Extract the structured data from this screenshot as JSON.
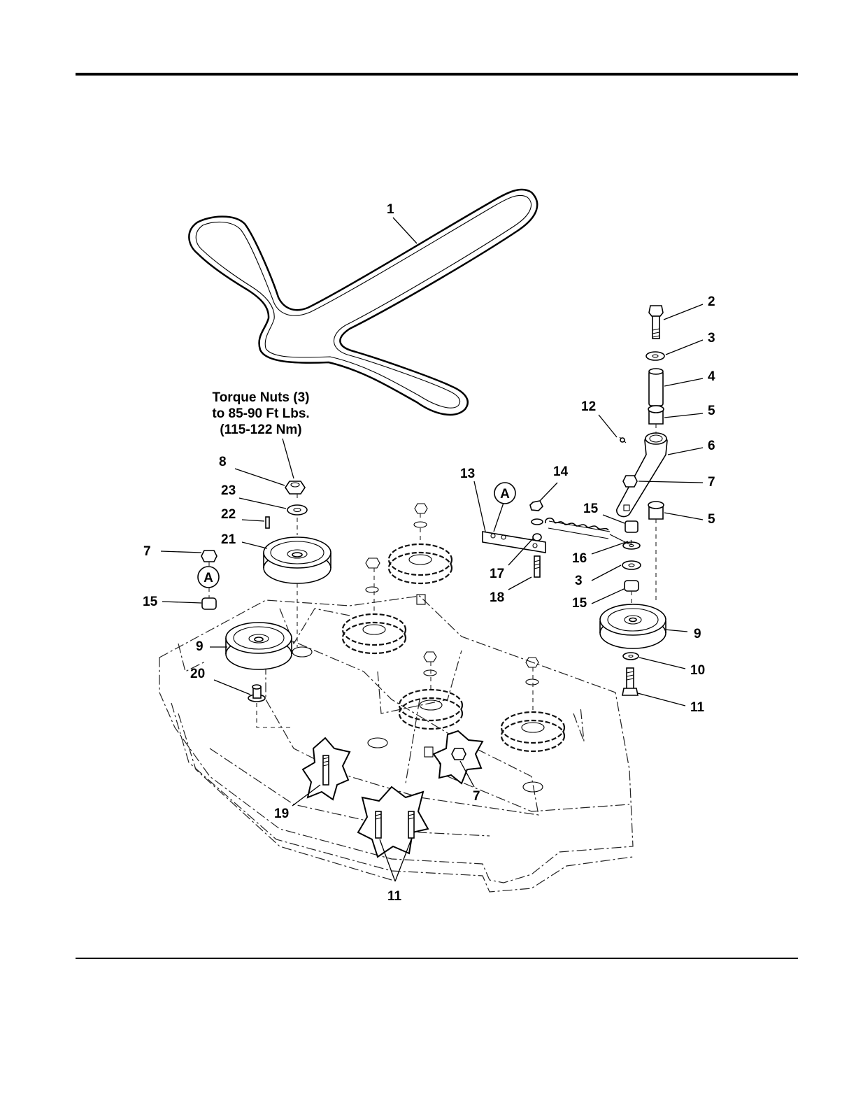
{
  "note": {
    "lines": [
      "Torque Nuts (3)",
      "to 85-90 Ft Lbs.",
      "(115-122 Nm)"
    ]
  },
  "reference_marks": [
    "A",
    "A"
  ],
  "callouts": [
    "1",
    "2",
    "3",
    "4",
    "5",
    "12",
    "6",
    "7",
    "8",
    "13",
    "14",
    "23",
    "15",
    "5",
    "22",
    "21",
    "7",
    "16",
    "17",
    "3",
    "15",
    "18",
    "15",
    "9",
    "9",
    "20",
    "10",
    "11",
    "7",
    "19",
    "11"
  ]
}
